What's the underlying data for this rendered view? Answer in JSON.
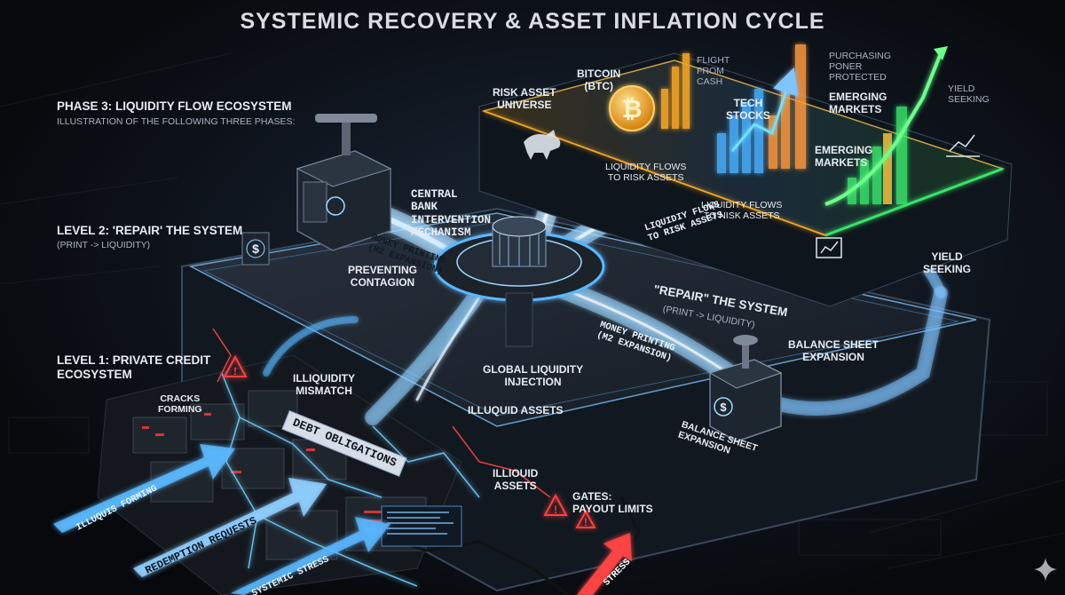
{
  "title": "SYSTEMIC RECOVERY & ASSET INFLATION CYCLE",
  "left_panel": {
    "phase3_heading": "PHASE 3: LIQUIDITY FLOW ECOSYSTEM",
    "phase3_sub": "ILLUSTRATION OF THE FOLLOWING THREE PHASES:",
    "level2_heading": "LEVEL 2: 'REPAIR' THE SYSTEM",
    "level2_sub": "(PRINT -> LIQUIDITY)",
    "level1_heading_line1": "LEVEL 1: PRIVATE CREDIT",
    "level1_heading_line2": "ECOSYSTEM"
  },
  "labels": {
    "risk_asset_universe_l1": "RISK ASSET",
    "risk_asset_universe_l2": "UNIVERSE",
    "bitcoin_l1": "BITCOIN",
    "bitcoin_l2": "(BTC)",
    "flight_l1": "FLIGHT",
    "flight_l2": "FROM",
    "flight_l3": "CASH",
    "tech_l1": "TECH",
    "tech_l2": "STOCKS",
    "purchasing_l1": "PURCHASING",
    "purchasing_l2": "PONER",
    "purchasing_l3": "PROTECTED",
    "emerging1_l1": "EMERGING",
    "emerging1_l2": "MARKETS",
    "emerging2_l1": "EMERGING",
    "emerging2_l2": "MARKETS",
    "yield1_l1": "YIELD",
    "yield1_l2": "SEEKING",
    "yield2_l1": "YIELD",
    "yield2_l2": "SEEKING",
    "flows1_l1": "LIQUIDITY FLOWS",
    "flows1_l2": "TO RISK ASSETS",
    "flows_road_l1": "LIQUIDIY FLOWS",
    "flows_road_l2": "TO RISK ASSETS",
    "flows2_l1": "LIQUIDITY FLOWS",
    "flows2_l2": "TO NISK ASSETS",
    "central_bank_l1": "CENTRAL",
    "central_bank_l2": "BANK",
    "central_bank_l3": "INTERVENTION",
    "central_bank_l4": "MECHANISM",
    "money_print1_l1": "MONEY PRINTING",
    "money_print1_l2": "(M2 EXPANSION)",
    "preventing_l1": "PREVENTING",
    "preventing_l2": "CONTAGION",
    "repair_heading": "\"REPAIR\" THE SYSTEM",
    "repair_sub": "(PRINT -> LIQUIDITY)",
    "money_print2_l1": "MONEY PRINTING",
    "money_print2_l2": "(M2 EXPANSION)",
    "balance1_l1": "BALANCE SHEET",
    "balance1_l2": "EXPANSION",
    "balance2_l1": "BALANCE SHEET",
    "balance2_l2": "EXPANSION",
    "global_l1": "GLOBAL LIQUIDITY",
    "global_l2": "INJECTION",
    "illiquidity_l1": "ILLIQUIDITY",
    "illiquidity_l2": "MISMATCH",
    "cracks_l1": "CRACKS",
    "cracks_l2": "FORMING",
    "debt_obligations": "DEBT OBLIGATIONS",
    "illiquid_assets_1": "ILLUQUID ASSETS",
    "illiquid_assets_2_l1": "ILLIOUID",
    "illiquid_assets_2_l2": "ASSETS",
    "gates_l1": "GATES:",
    "gates_l2": "PAYOUT LIMITS",
    "arrow_illiquid": "ILLUQUIS FORMING",
    "arrow_redemption": "REDEMPTION REQUESTS",
    "arrow_systemic": "SYSTEMIC STRESS",
    "arrow_stress": "STRESS"
  },
  "colors": {
    "background": "#0b0f15",
    "liquidity_blue": "#5ab8ff",
    "stress_red": "#ff3b3b",
    "bitcoin_gold": "#f5a623",
    "emerging_green": "#39e36b"
  },
  "icons": [
    "bitcoin-icon",
    "dollar-icon",
    "bull-icon",
    "warning-icon",
    "chart-icon",
    "sparkle-icon"
  ]
}
